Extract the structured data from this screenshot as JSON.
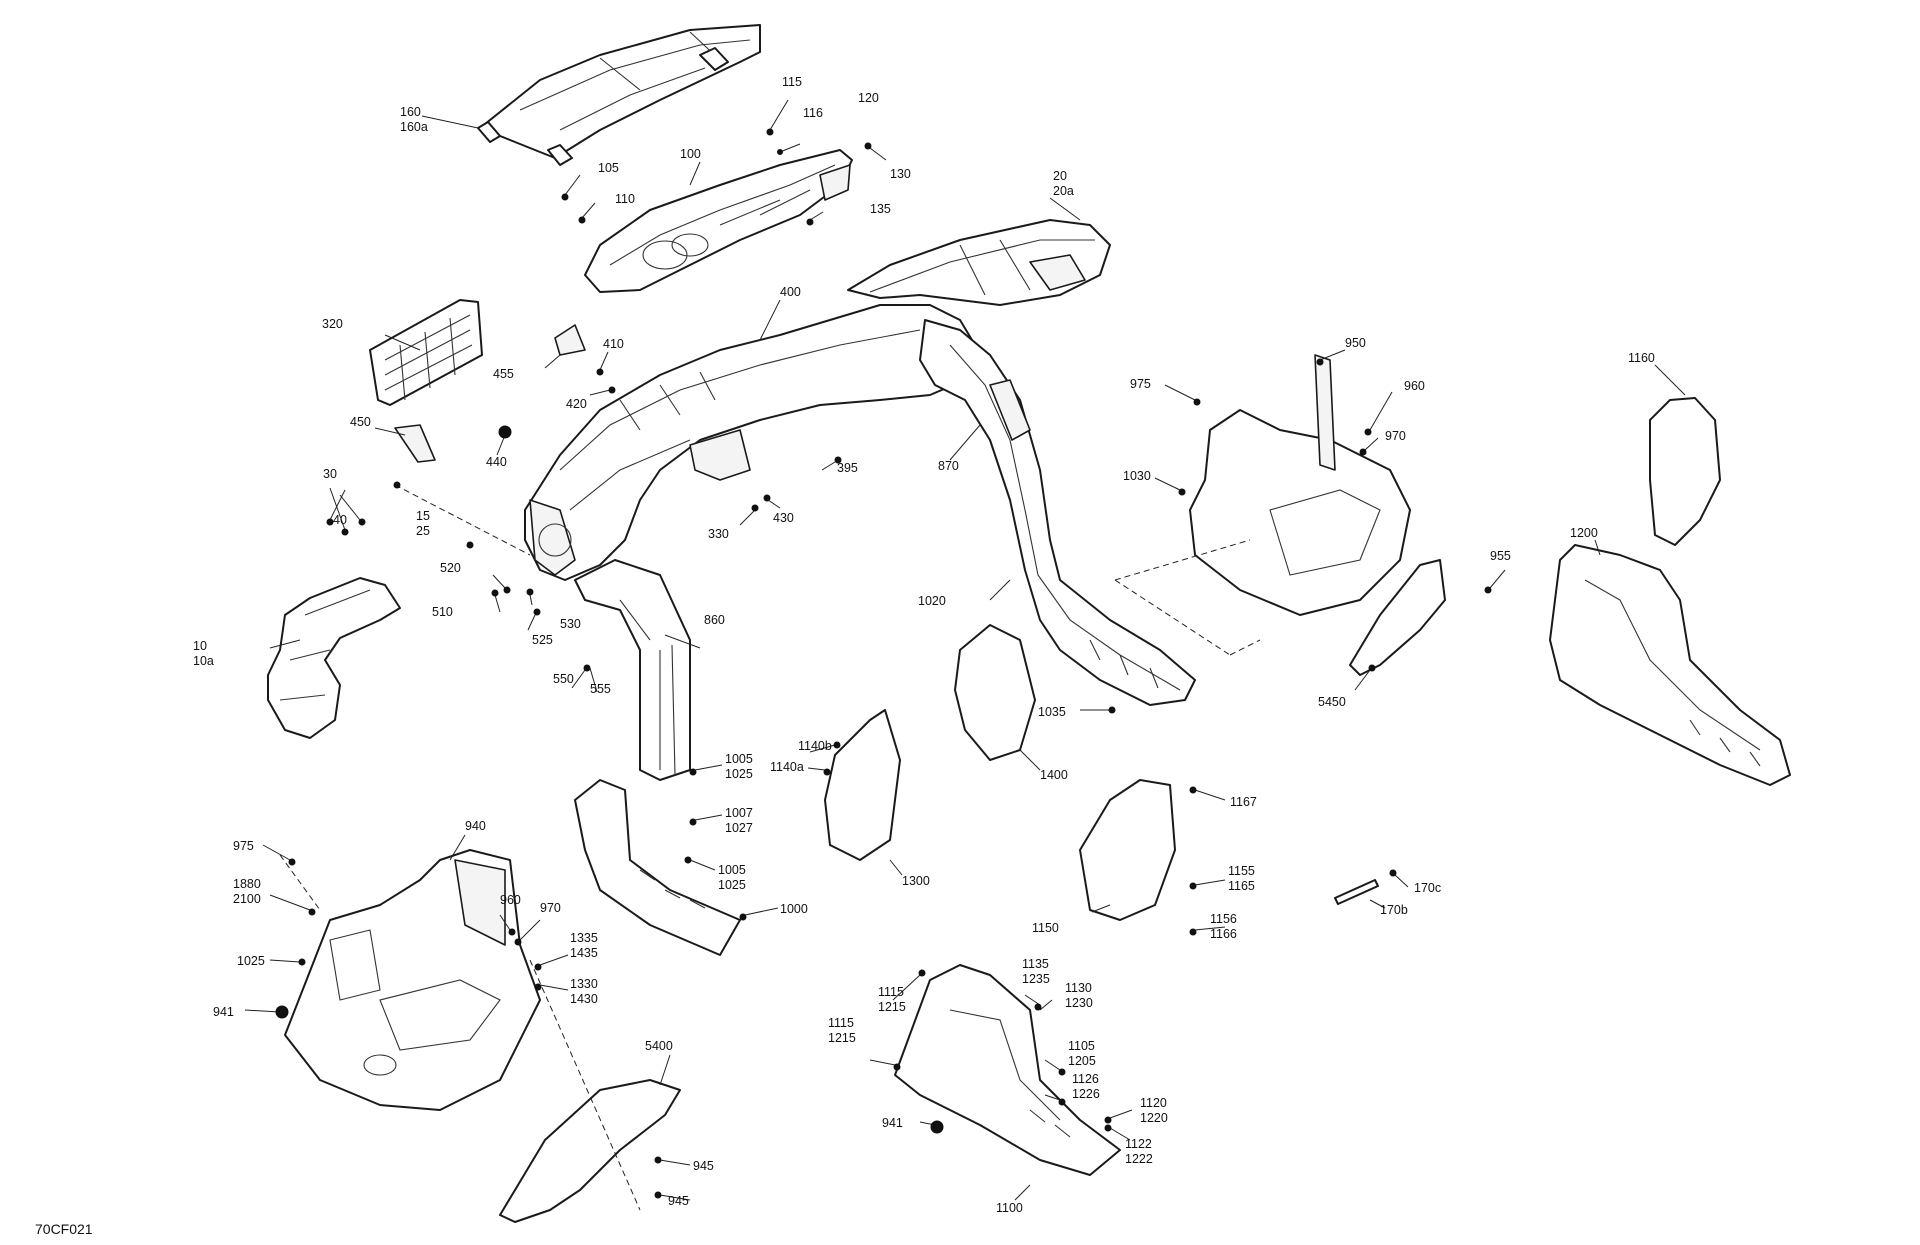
{
  "diagram_code": "70CF021",
  "labels": [
    {
      "id": "l160",
      "lines": [
        "160",
        "160a"
      ]
    },
    {
      "id": "l115",
      "lines": [
        "115"
      ]
    },
    {
      "id": "l120",
      "lines": [
        "120"
      ]
    },
    {
      "id": "l116",
      "lines": [
        "116"
      ]
    },
    {
      "id": "l130",
      "lines": [
        "130"
      ]
    },
    {
      "id": "l105",
      "lines": [
        "105"
      ]
    },
    {
      "id": "l100",
      "lines": [
        "100"
      ]
    },
    {
      "id": "l110",
      "lines": [
        "110"
      ]
    },
    {
      "id": "l135",
      "lines": [
        "135"
      ]
    },
    {
      "id": "l20",
      "lines": [
        "20",
        "20a"
      ]
    },
    {
      "id": "l400",
      "lines": [
        "400"
      ]
    },
    {
      "id": "l320",
      "lines": [
        "320"
      ]
    },
    {
      "id": "l410",
      "lines": [
        "410"
      ]
    },
    {
      "id": "l455",
      "lines": [
        "455"
      ]
    },
    {
      "id": "l420",
      "lines": [
        "420"
      ]
    },
    {
      "id": "l450",
      "lines": [
        "450"
      ]
    },
    {
      "id": "l440",
      "lines": [
        "440"
      ]
    },
    {
      "id": "l30",
      "lines": [
        "30"
      ]
    },
    {
      "id": "l40",
      "lines": [
        "40"
      ]
    },
    {
      "id": "l15",
      "lines": [
        "15",
        "25"
      ]
    },
    {
      "id": "l395",
      "lines": [
        "395"
      ]
    },
    {
      "id": "l870",
      "lines": [
        "870"
      ]
    },
    {
      "id": "l330",
      "lines": [
        "330"
      ]
    },
    {
      "id": "l430",
      "lines": [
        "430"
      ]
    },
    {
      "id": "l520",
      "lines": [
        "520"
      ]
    },
    {
      "id": "l510",
      "lines": [
        "510"
      ]
    },
    {
      "id": "l530",
      "lines": [
        "530"
      ]
    },
    {
      "id": "l525",
      "lines": [
        "525"
      ]
    },
    {
      "id": "l10",
      "lines": [
        "10",
        "10a"
      ]
    },
    {
      "id": "l860",
      "lines": [
        "860"
      ]
    },
    {
      "id": "l550",
      "lines": [
        "550"
      ]
    },
    {
      "id": "l555",
      "lines": [
        "555"
      ]
    },
    {
      "id": "l950",
      "lines": [
        "950"
      ]
    },
    {
      "id": "l975a",
      "lines": [
        "975"
      ]
    },
    {
      "id": "l960a",
      "lines": [
        "960"
      ]
    },
    {
      "id": "l970a",
      "lines": [
        "970"
      ]
    },
    {
      "id": "l1030",
      "lines": [
        "1030"
      ]
    },
    {
      "id": "l1160",
      "lines": [
        "1160"
      ]
    },
    {
      "id": "l1200",
      "lines": [
        "1200"
      ]
    },
    {
      "id": "l955",
      "lines": [
        "955"
      ]
    },
    {
      "id": "l1020",
      "lines": [
        "1020"
      ]
    },
    {
      "id": "l5450",
      "lines": [
        "5450"
      ]
    },
    {
      "id": "l1035",
      "lines": [
        "1035"
      ]
    },
    {
      "id": "l1400",
      "lines": [
        "1400"
      ]
    },
    {
      "id": "l1140b",
      "lines": [
        "1140b"
      ]
    },
    {
      "id": "l1140a",
      "lines": [
        "1140a"
      ]
    },
    {
      "id": "l1005a",
      "lines": [
        "1005",
        "1025"
      ]
    },
    {
      "id": "l1007",
      "lines": [
        "1007",
        "1027"
      ]
    },
    {
      "id": "l1005b",
      "lines": [
        "1005",
        "1025"
      ]
    },
    {
      "id": "l1000",
      "lines": [
        "1000"
      ]
    },
    {
      "id": "l1300",
      "lines": [
        "1300"
      ]
    },
    {
      "id": "l1167",
      "lines": [
        "1167"
      ]
    },
    {
      "id": "l1155",
      "lines": [
        "1155",
        "1165"
      ]
    },
    {
      "id": "l1150",
      "lines": [
        "1150"
      ]
    },
    {
      "id": "l1156",
      "lines": [
        "1156",
        "1166"
      ]
    },
    {
      "id": "l170c",
      "lines": [
        "170c"
      ]
    },
    {
      "id": "l170b",
      "lines": [
        "170b"
      ]
    },
    {
      "id": "l975b",
      "lines": [
        "975"
      ]
    },
    {
      "id": "l940",
      "lines": [
        "940"
      ]
    },
    {
      "id": "l1880",
      "lines": [
        "1880",
        "2100"
      ]
    },
    {
      "id": "l960b",
      "lines": [
        "960"
      ]
    },
    {
      "id": "l970b",
      "lines": [
        "970"
      ]
    },
    {
      "id": "l1335",
      "lines": [
        "1335",
        "1435"
      ]
    },
    {
      "id": "l1025",
      "lines": [
        "1025"
      ]
    },
    {
      "id": "l1330",
      "lines": [
        "1330",
        "1430"
      ]
    },
    {
      "id": "l941a",
      "lines": [
        "941"
      ]
    },
    {
      "id": "l5400",
      "lines": [
        "5400"
      ]
    },
    {
      "id": "l945a",
      "lines": [
        "945"
      ]
    },
    {
      "id": "l945b",
      "lines": [
        "945"
      ]
    },
    {
      "id": "l1115a",
      "lines": [
        "1115",
        "1215"
      ]
    },
    {
      "id": "l1135",
      "lines": [
        "1135",
        "1235"
      ]
    },
    {
      "id": "l1130",
      "lines": [
        "1130",
        "1230"
      ]
    },
    {
      "id": "l1115b",
      "lines": [
        "1115",
        "1215"
      ]
    },
    {
      "id": "l1105",
      "lines": [
        "1105",
        "1205"
      ]
    },
    {
      "id": "l1126",
      "lines": [
        "1126",
        "1226"
      ]
    },
    {
      "id": "l1120",
      "lines": [
        "1120",
        "1220"
      ]
    },
    {
      "id": "l941b",
      "lines": [
        "941"
      ]
    },
    {
      "id": "l1122",
      "lines": [
        "1122",
        "1222"
      ]
    },
    {
      "id": "l1100",
      "lines": [
        "1100"
      ]
    }
  ]
}
